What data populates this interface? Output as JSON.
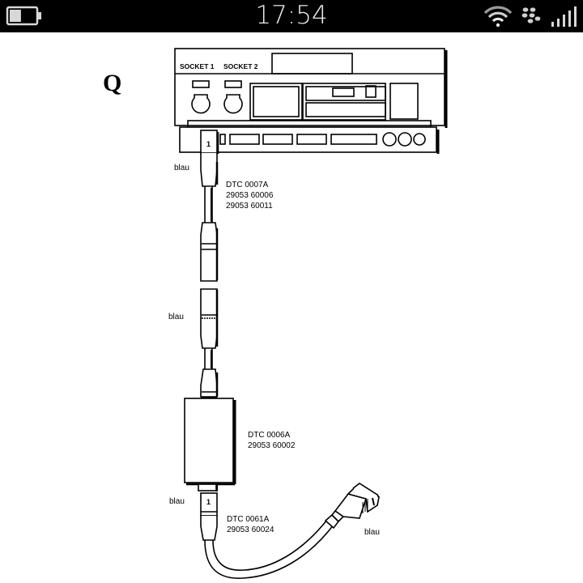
{
  "status_bar": {
    "time": "17:54",
    "battery_level_percent": 45,
    "icons": [
      "battery-icon",
      "wifi-icon",
      "blackberry-icon",
      "signal-icon"
    ],
    "signal_bars": 5
  },
  "diagram": {
    "section_letter": "Q",
    "device": {
      "socket_labels": [
        "SOCKET 1",
        "SOCKET 2"
      ]
    },
    "connector_marks": {
      "top_plug_number": "1",
      "bottom_plug_number": "1"
    },
    "labels": {
      "blau_1": "blau",
      "blau_2": "blau",
      "blau_3": "blau",
      "blau_4": "blau"
    },
    "parts": [
      {
        "name": "DTC 0007A",
        "numbers": [
          "29053 60006",
          "29053 60011"
        ]
      },
      {
        "name": "DTC 0006A",
        "numbers": [
          "29053 60002"
        ]
      },
      {
        "name": "DTC 0061A",
        "numbers": [
          "29053 60024"
        ]
      }
    ]
  }
}
